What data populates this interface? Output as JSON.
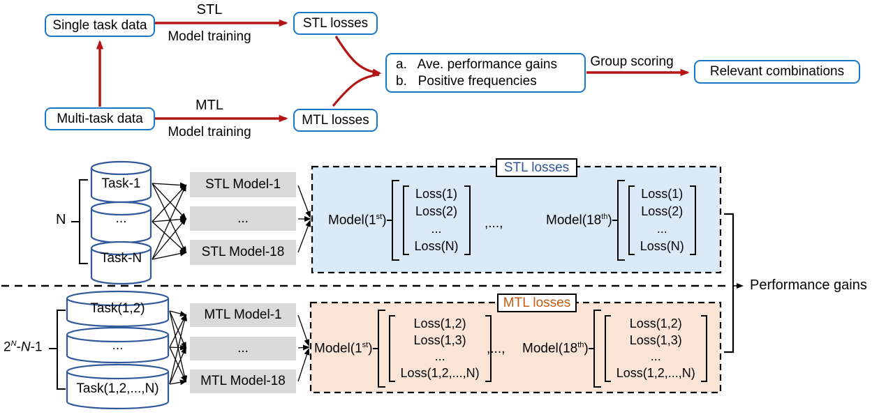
{
  "colors": {
    "box_border_blue": "#1877C8",
    "arrow_red": "#B51414",
    "panel_blue_fill": "#DCE9F6",
    "panel_peach_fill": "#FAE4D5",
    "model_box_gray": "#D9D9D9",
    "stl_title_blue": "#2F5496",
    "mtl_title_orange": "#C55A11",
    "cylinder_blue": "#31589B"
  },
  "top_flow": {
    "single_task_box": "Single task data",
    "multi_task_box": "Multi-task data",
    "stl_losses_box": "STL losses",
    "mtl_losses_box": "MTL losses",
    "stl_edge_label": "STL",
    "stl_edge_sublabel": "Model training",
    "mtl_edge_label": "MTL",
    "mtl_edge_sublabel": "Model training",
    "metrics_box_line_a": "a.   Ave. performance gains",
    "metrics_box_line_b": "b.   Positive frequencies",
    "group_scoring_label": "Group scoring",
    "relevant_combinations_box": "Relevant combinations"
  },
  "stl_section": {
    "count_label": "N",
    "cylinders": [
      "Task-1",
      "...",
      "Task-N"
    ],
    "model_boxes": [
      "STL Model-1",
      "...",
      "STL Model-18"
    ],
    "panel_title": "STL losses",
    "separator": ",...,",
    "groups": [
      {
        "model": {
          "pre": "Model(1",
          "sup": "st",
          "post": ")"
        },
        "rows": [
          "Loss(1)",
          "Loss(2)",
          "...",
          "Loss(N)"
        ]
      },
      {
        "model": {
          "pre": "Model(18",
          "sup": "th",
          "post": ")"
        },
        "rows": [
          "Loss(1)",
          "Loss(2)",
          "...",
          "Loss(N)"
        ]
      }
    ]
  },
  "mtl_section": {
    "count_label": {
      "pre": "2",
      "sup": "N",
      "mid": "-",
      "it": "N",
      "post": "-1"
    },
    "cylinders": [
      "Task(1,2)",
      "...",
      "Task(1,2,...,N)"
    ],
    "model_boxes": [
      "MTL Model-1",
      "...",
      "MTL Model-18"
    ],
    "panel_title": "MTL losses",
    "separator": ",...,",
    "groups": [
      {
        "model": {
          "pre": "Model(1",
          "sup": "st",
          "post": ")"
        },
        "rows": [
          "Loss(1,2)",
          "Loss(1,3)",
          "...",
          "Loss(1,2,...,N)"
        ]
      },
      {
        "model": {
          "pre": "Model(18",
          "sup": "th",
          "post": ")"
        },
        "rows": [
          "Loss(1,2)",
          "Loss(1,3)",
          "...",
          "Loss(1,2,...,N)"
        ]
      }
    ]
  },
  "output_label": "Performance gains"
}
